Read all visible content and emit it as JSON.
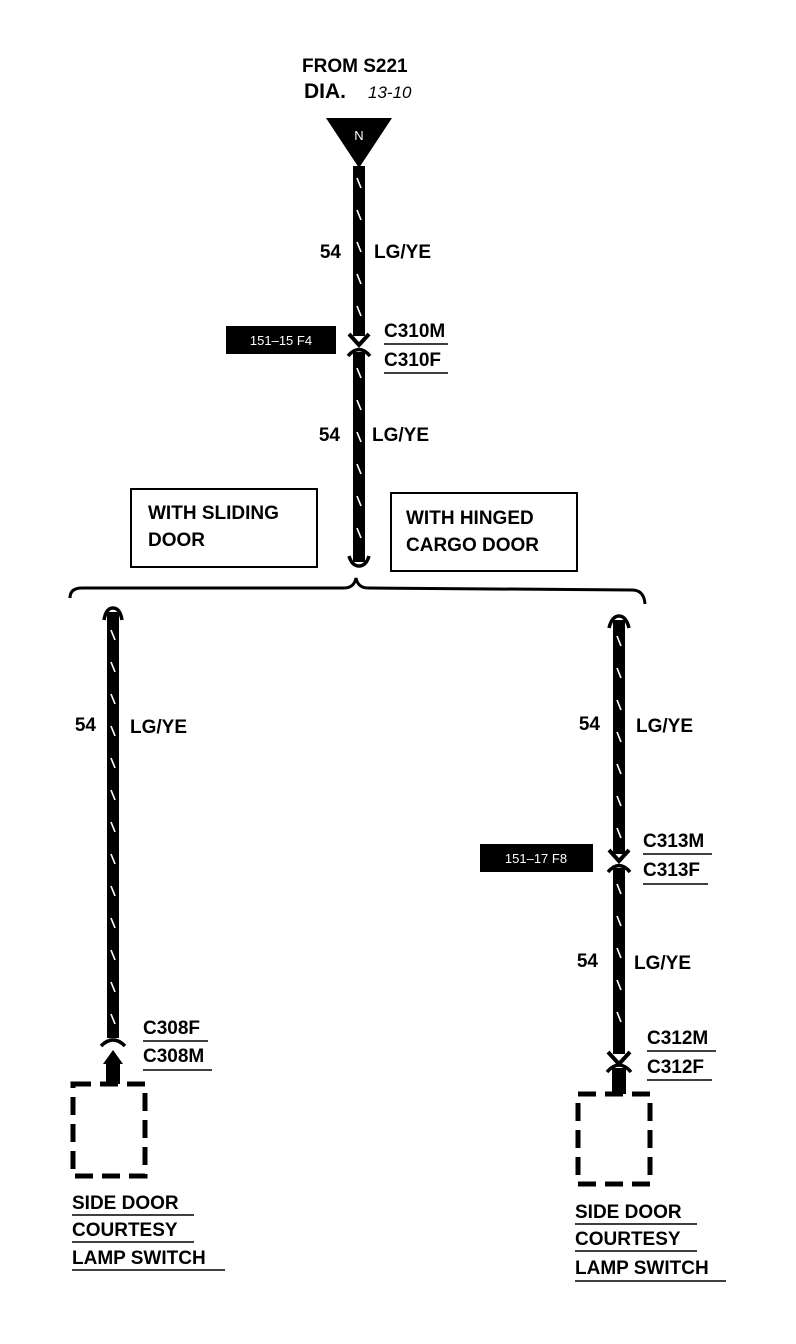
{
  "source": {
    "from": "FROM S221",
    "dia_prefix": "DIA.",
    "dia_number": "13-10",
    "terminal": "N"
  },
  "trunk": {
    "upper_wire": {
      "circuit": "54",
      "color": "LG/YE"
    },
    "connector": {
      "ref": "151–15 F4",
      "male": "C310M",
      "female": "C310F"
    },
    "lower_wire": {
      "circuit": "54",
      "color": "LG/YE"
    }
  },
  "options": {
    "sliding": {
      "line1": "WITH SLIDING",
      "line2": "DOOR"
    },
    "hinged": {
      "line1": "WITH HINGED",
      "line2": "CARGO DOOR"
    }
  },
  "left_branch": {
    "wire": {
      "circuit": "54",
      "color": "LG/YE"
    },
    "connector": {
      "female": "C308F",
      "male": "C308M"
    },
    "component": {
      "line1": "SIDE DOOR",
      "line2": "COURTESY",
      "line3": "LAMP SWITCH"
    }
  },
  "right_branch": {
    "upper_wire": {
      "circuit": "54",
      "color": "LG/YE"
    },
    "connector1": {
      "ref": "151–17 F8",
      "male": "C313M",
      "female": "C313F"
    },
    "lower_wire": {
      "circuit": "54",
      "color": "LG/YE"
    },
    "connector2": {
      "male": "C312M",
      "female": "C312F"
    },
    "component": {
      "line1": "SIDE DOOR",
      "line2": "COURTESY",
      "line3": "LAMP SWITCH"
    }
  },
  "colors": {
    "ink": "#000000",
    "paper": "#ffffff"
  }
}
